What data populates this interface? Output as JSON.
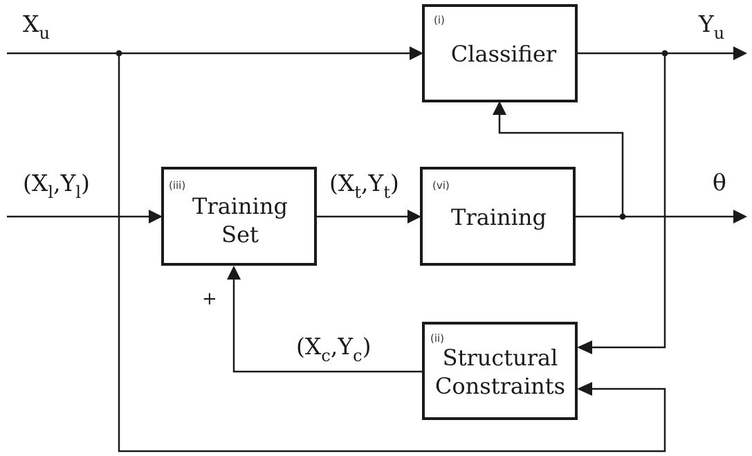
{
  "blocks": {
    "classifier": {
      "tag": "(i)",
      "lines": [
        "Classifier"
      ]
    },
    "structural_constraints": {
      "tag": "(ii)",
      "lines": [
        "Structural",
        "Constraints"
      ]
    },
    "training_set": {
      "tag": "(iii)",
      "lines": [
        "Training",
        "Set"
      ]
    },
    "training": {
      "tag": "(vi)",
      "lines": [
        "Training"
      ]
    }
  },
  "signals": {
    "xu": {
      "main": "X",
      "sub": "u"
    },
    "yu": {
      "main": "Y",
      "sub": "u"
    },
    "xl_yl": {
      "open": "(",
      "a": "X",
      "a_sub": "l",
      "sep": ",",
      "b": "Y",
      "b_sub": "l",
      "close": ")"
    },
    "xt_yt": {
      "open": "(",
      "a": "X",
      "a_sub": "t",
      "sep": ",",
      "b": "Y",
      "b_sub": "t",
      "close": ")"
    },
    "xc_yc": {
      "open": "(",
      "a": "X",
      "a_sub": "c",
      "sep": ",",
      "b": "Y",
      "b_sub": "c",
      "close": ")"
    },
    "theta": "θ"
  },
  "plus_sign": "+"
}
